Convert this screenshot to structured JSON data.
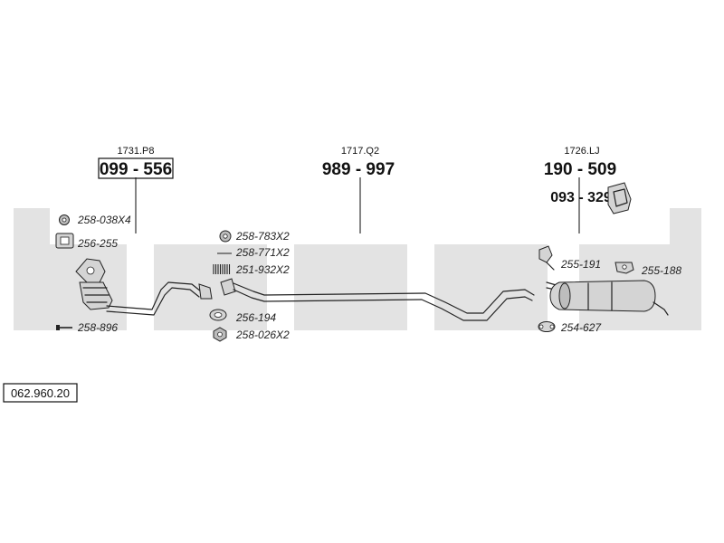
{
  "groups": [
    {
      "caption": "1731.P8",
      "number": "099 - 556"
    },
    {
      "caption": "1717.Q2",
      "number": "989 - 997"
    },
    {
      "caption": "1726.LJ",
      "number": "190 - 509"
    }
  ],
  "extra_number": "093 - 329",
  "parts": {
    "p258_038": "258-038X4",
    "p256_255": "256-255",
    "p258_896": "258-896",
    "p258_783": "258-783X2",
    "p258_771": "258-771X2",
    "p251_932": "251-932X2",
    "p256_194": "256-194",
    "p258_026": "258-026X2",
    "p255_191": "255-191",
    "p255_188": "255-188",
    "p254_627": "254-627"
  },
  "reference": "062.960.20",
  "icons": {
    "ring": "ring-gasket-icon",
    "flange_gasket": "flange-gasket-icon",
    "bolt": "bolt-icon",
    "spring": "spring-icon",
    "nut": "nut-icon",
    "bracket": "mounting-bracket-icon",
    "hanger": "rubber-hanger-icon",
    "catalyst": "catalytic-converter-icon",
    "muffler": "rear-muffler-icon"
  },
  "colors": {
    "watermark": "#e3e3e3",
    "line": "#222222",
    "metal": "#d4d4d4"
  }
}
